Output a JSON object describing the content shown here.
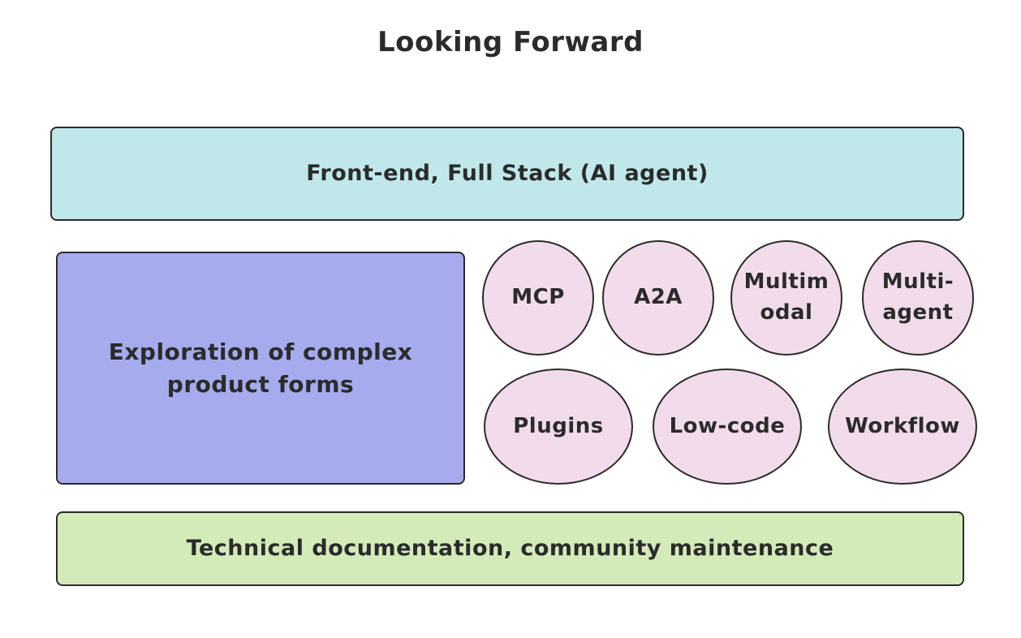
{
  "title": "Looking Forward",
  "top_band": {
    "label": "Front-end, Full Stack (AI agent)",
    "color": "#c0e8ea"
  },
  "left_block": {
    "line1": "Exploration of complex",
    "line2": "product forms",
    "color": "#a6abee"
  },
  "bottom_band": {
    "label": "Technical documentation, community maintenance",
    "color": "#d2ebb9"
  },
  "bubbles": {
    "color": "#f2dcec",
    "mcp": "MCP",
    "a2a": "A2A",
    "multimodal": {
      "line1": "Multim",
      "line2": "odal"
    },
    "multiagent": {
      "line1": "Multi-",
      "line2": "agent"
    },
    "plugins": "Plugins",
    "lowcode": "Low-code",
    "workflow": "Workflow"
  }
}
